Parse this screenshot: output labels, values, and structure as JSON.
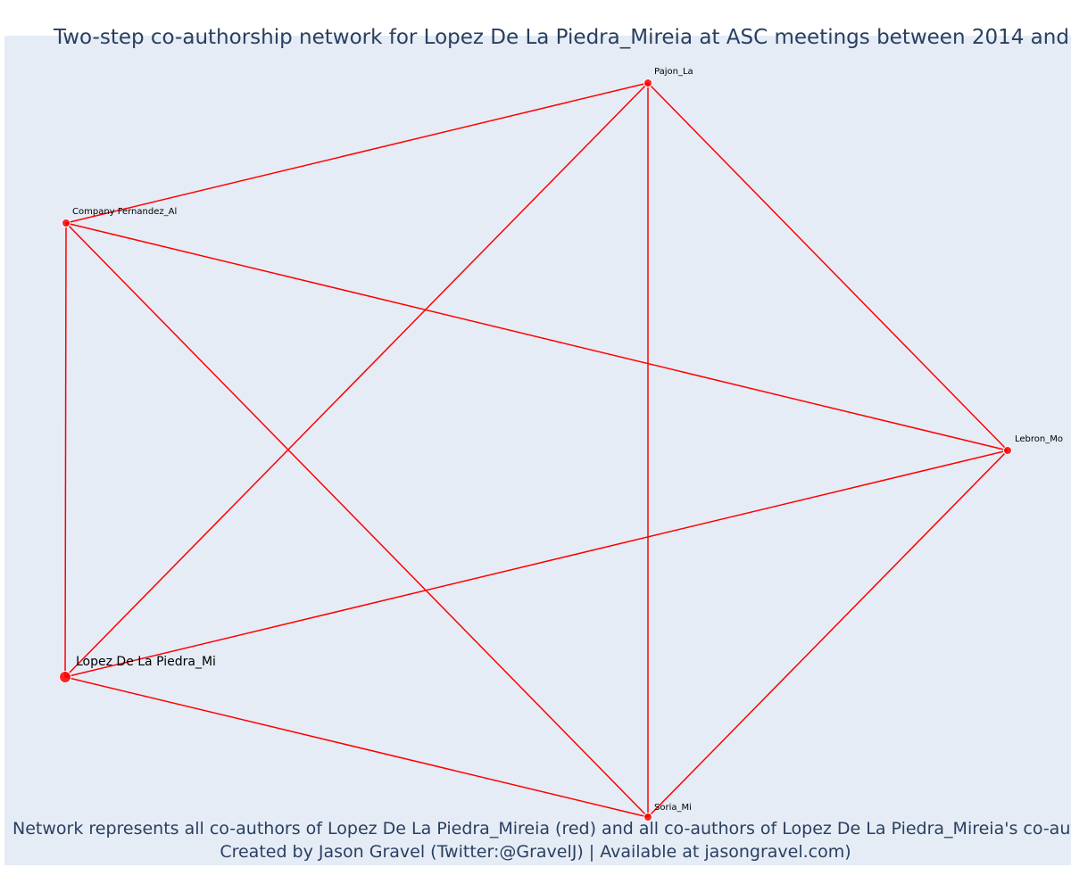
{
  "title": "Two-step co-authorship network for Lopez De La Piedra_Mireia at ASC meetings between 2014 and",
  "footer": {
    "line1": "Network represents all co-authors of Lopez De La Piedra_Mireia (red) and all co-authors of Lopez De La Piedra_Mireia's co-autho",
    "line2": "Created by Jason Gravel (Twitter:@GravelJ) | Available at jasongravel.com)"
  },
  "colors": {
    "plot_background": "#e5ecf6",
    "edge": "#ff0000",
    "node": "#ff0000",
    "title_text": "#2a3f5f"
  },
  "nodes": [
    {
      "id": "pajon",
      "label": "Pajon_La"
    },
    {
      "id": "company",
      "label": "Company Fernandez_Al"
    },
    {
      "id": "lebron",
      "label": "Lebron_Mo"
    },
    {
      "id": "lopez",
      "label": "Lopez De La Piedra_Mi",
      "focal": true
    },
    {
      "id": "soria",
      "label": "Soria_Mi"
    }
  ],
  "edges": [
    [
      "company",
      "pajon"
    ],
    [
      "company",
      "lebron"
    ],
    [
      "company",
      "lopez"
    ],
    [
      "company",
      "soria"
    ],
    [
      "pajon",
      "lebron"
    ],
    [
      "pajon",
      "lopez"
    ],
    [
      "pajon",
      "soria"
    ],
    [
      "lebron",
      "lopez"
    ],
    [
      "lebron",
      "soria"
    ],
    [
      "lopez",
      "soria"
    ]
  ]
}
